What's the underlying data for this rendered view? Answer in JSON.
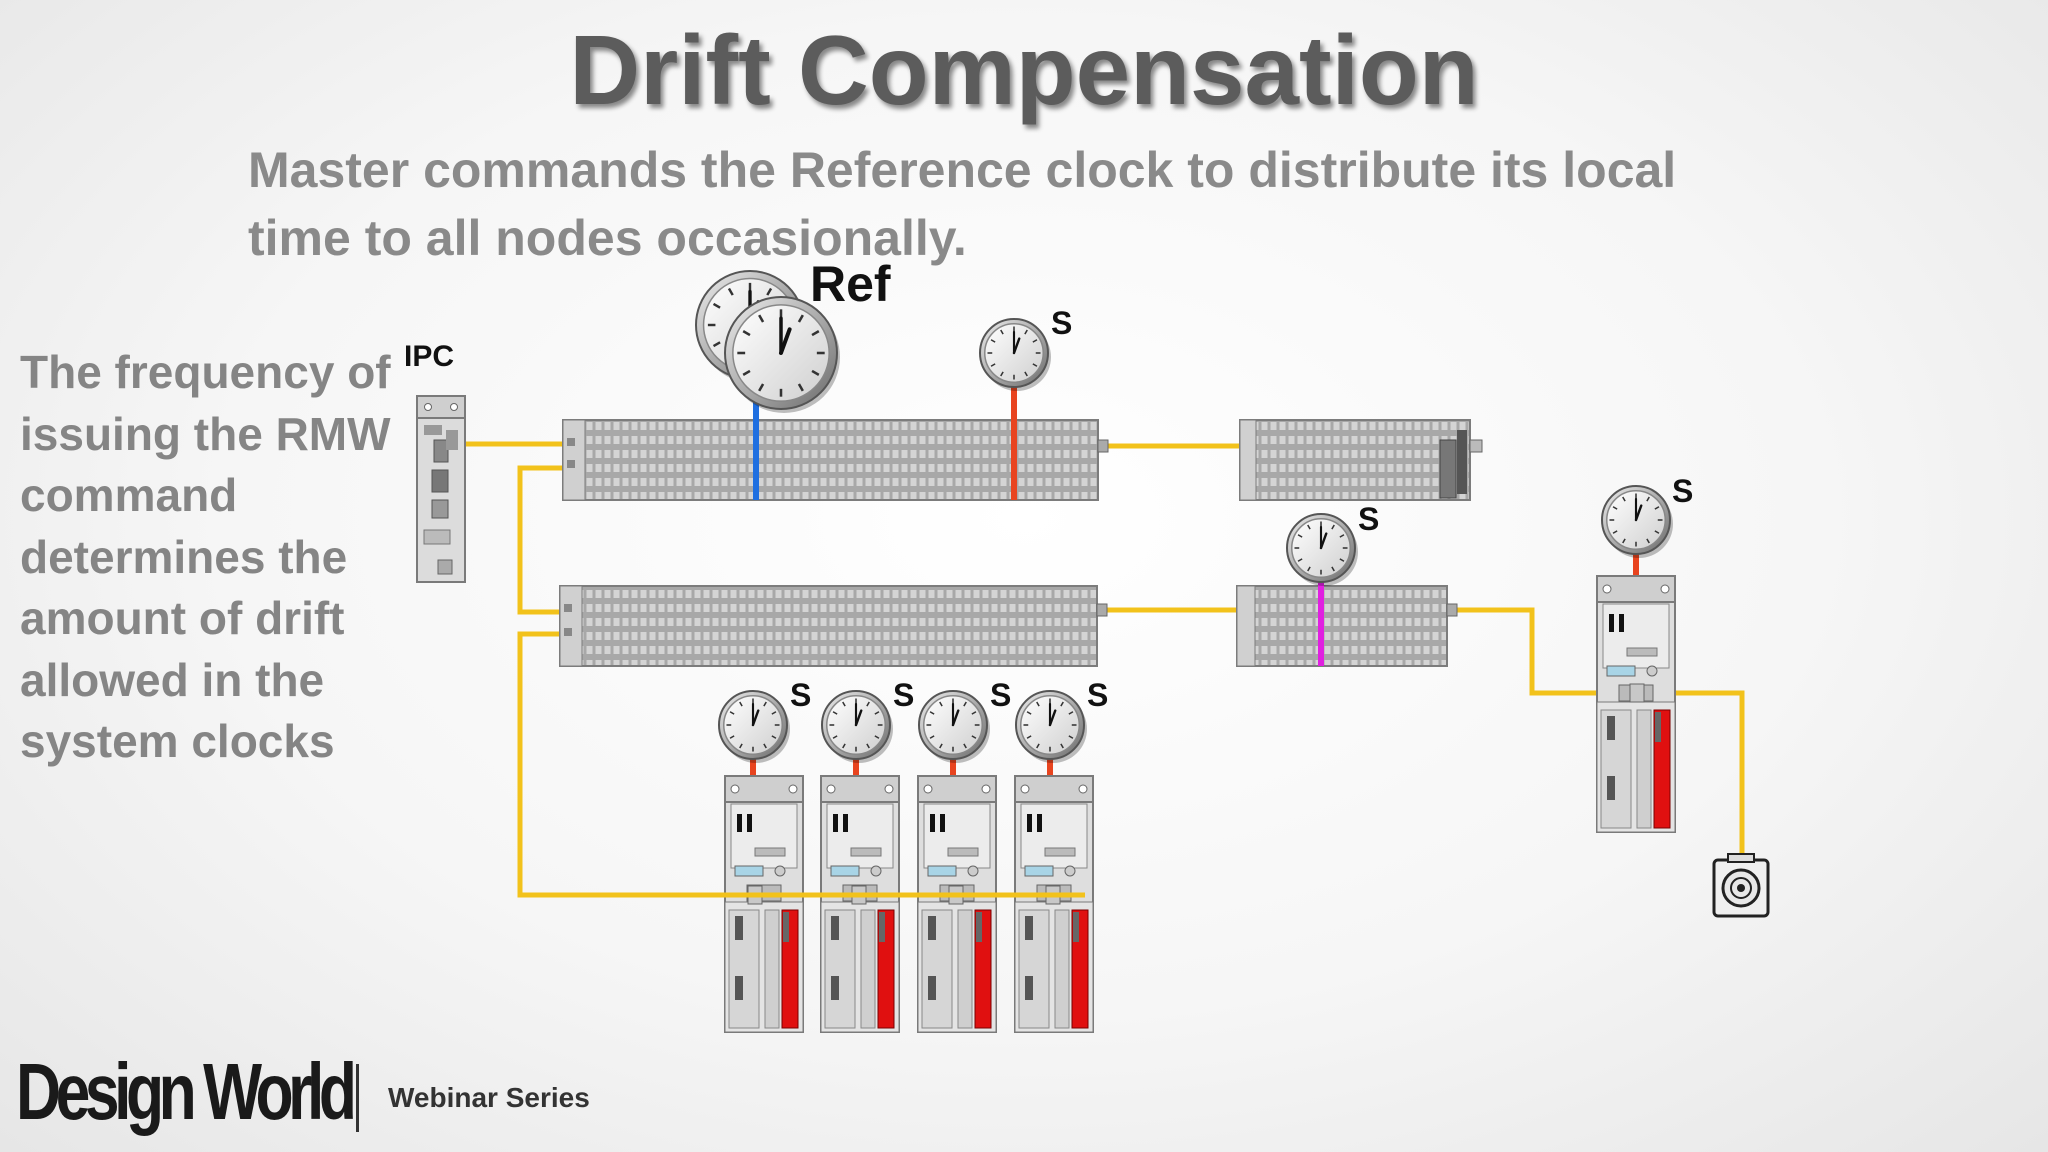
{
  "slide": {
    "title": "Drift Compensation",
    "subtitle_line1": "Master commands the Reference clock to distribute its local",
    "subtitle_line2": "time to all nodes occasionally.",
    "side_text": [
      "The frequency of",
      "issuing the RMW",
      "command",
      "determines the",
      "amount of drift",
      "allowed in the",
      "system clocks"
    ]
  },
  "diagram": {
    "ipc_label": "IPC",
    "ref_label": "Ref",
    "slave_label": "S",
    "colors": {
      "ethercat_cable": "#f2c21b",
      "ref_clock_line": "#1f6fe0",
      "slave_clock_line": "#e8441f",
      "io_clock_line": "#e020e0",
      "drive_accent": "#e01010"
    }
  },
  "footer": {
    "brand": "Design World",
    "series": "Webinar Series"
  }
}
